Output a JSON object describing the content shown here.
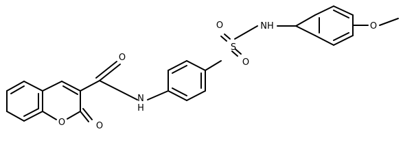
{
  "atoms": {
    "amide_o": "O",
    "amide_nh": "N\nH",
    "sulfur": "S",
    "sulfonyl_o_top": "O",
    "sulfonyl_o_bottom": "O",
    "sulfonamide_nh": "NH",
    "ring_o": "O",
    "lactone_o": "O",
    "methoxy_o": "O"
  }
}
